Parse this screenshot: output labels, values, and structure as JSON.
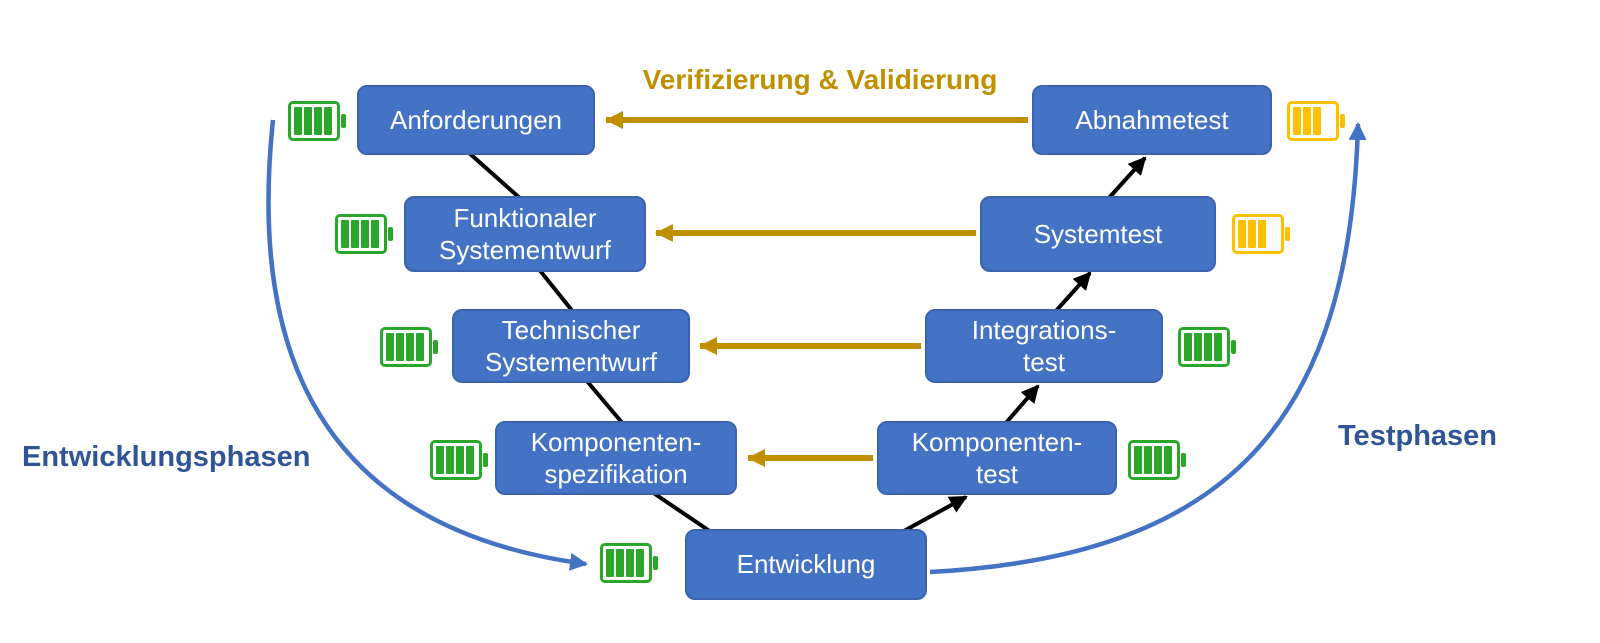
{
  "diagram": {
    "title": "Verifizierung & Validierung",
    "left_phase_label": "Entwicklungsphasen",
    "right_phase_label": "Testphasen",
    "nodes": {
      "anforderungen": {
        "label": "Anforderungen"
      },
      "funktionaler_systementwurf": {
        "label": "Funktionaler\nSystementwurf"
      },
      "technischer_systementwurf": {
        "label": "Technischer\nSystementwurf"
      },
      "komponenten_spezifikation": {
        "label": "Komponenten-\nspezifikation"
      },
      "entwicklung": {
        "label": "Entwicklung"
      },
      "komponententest": {
        "label": "Komponenten-\ntest"
      },
      "integrationstest": {
        "label": "Integrations-\ntest"
      },
      "systemtest": {
        "label": "Systemtest"
      },
      "abnahmetest": {
        "label": "Abnahmetest"
      }
    },
    "batteries": {
      "anforderungen": "full-green",
      "funktionaler_systementwurf": "full-green",
      "technischer_systementwurf": "full-green",
      "komponenten_spezifikation": "full-green",
      "entwicklung": "full-green",
      "komponententest": "full-green",
      "integrationstest": "full-green",
      "systemtest": "partial-yellow",
      "abnahmetest": "partial-yellow"
    },
    "colors": {
      "node_fill": "#4472C4",
      "verification_arrow": "#BF9000",
      "phase_arrow": "#4472C4",
      "flow_line": "#000000",
      "battery_full": "#2AA72A",
      "battery_partial": "#FFC000",
      "phase_label_text": "#2F5597"
    }
  }
}
